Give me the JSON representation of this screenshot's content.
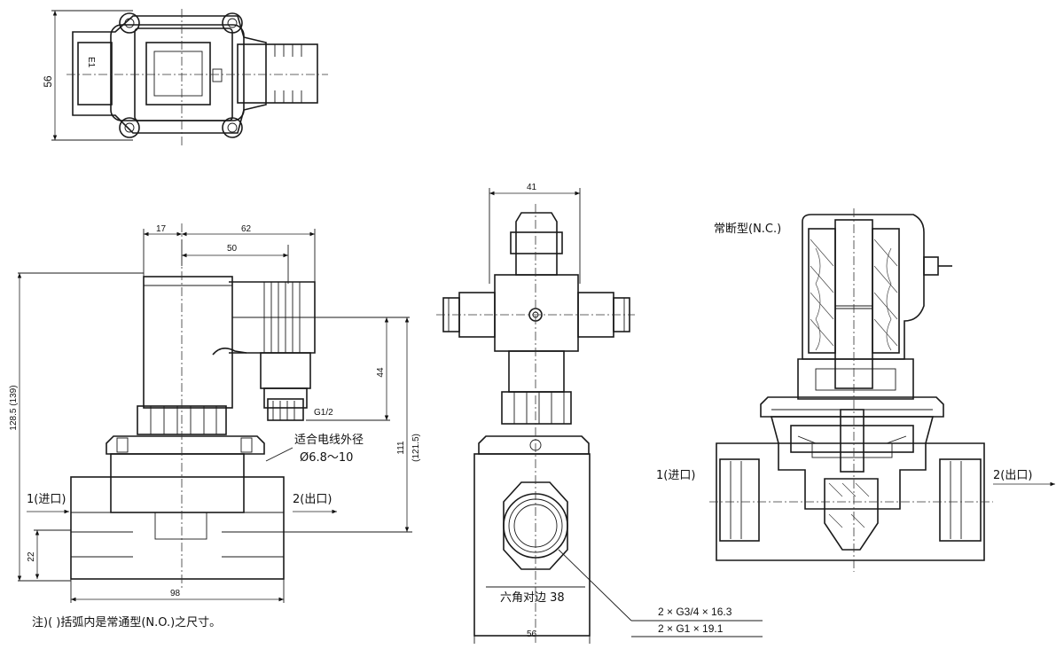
{
  "labels": {
    "dim_56_top": "56",
    "dim_17": "17",
    "dim_62": "62",
    "dim_50": "50",
    "dim_44": "44",
    "dim_128_5": "128.5 (139)",
    "dim_111": "111",
    "dim_121_5": "(121.5)",
    "dim_22": "22",
    "dim_98": "98",
    "dim_41": "41",
    "dim_56_bottom": "56",
    "g12": "G1/2",
    "cable_line1": "适合电线外径",
    "cable_line2": "Ø6.8～10",
    "inlet_left": "1(进口)",
    "outlet_left": "2(出口)",
    "hex": "六角对边 38",
    "thread1": "2 × G3/4 × 16.3",
    "thread2": "2 × G1 × 19.1",
    "nc": "常断型(N.C.)",
    "inlet_right": "1(进口)",
    "outlet_right": "2(出口)",
    "note": "注)(  )括弧内是常通型(N.O.)之尺寸。"
  }
}
